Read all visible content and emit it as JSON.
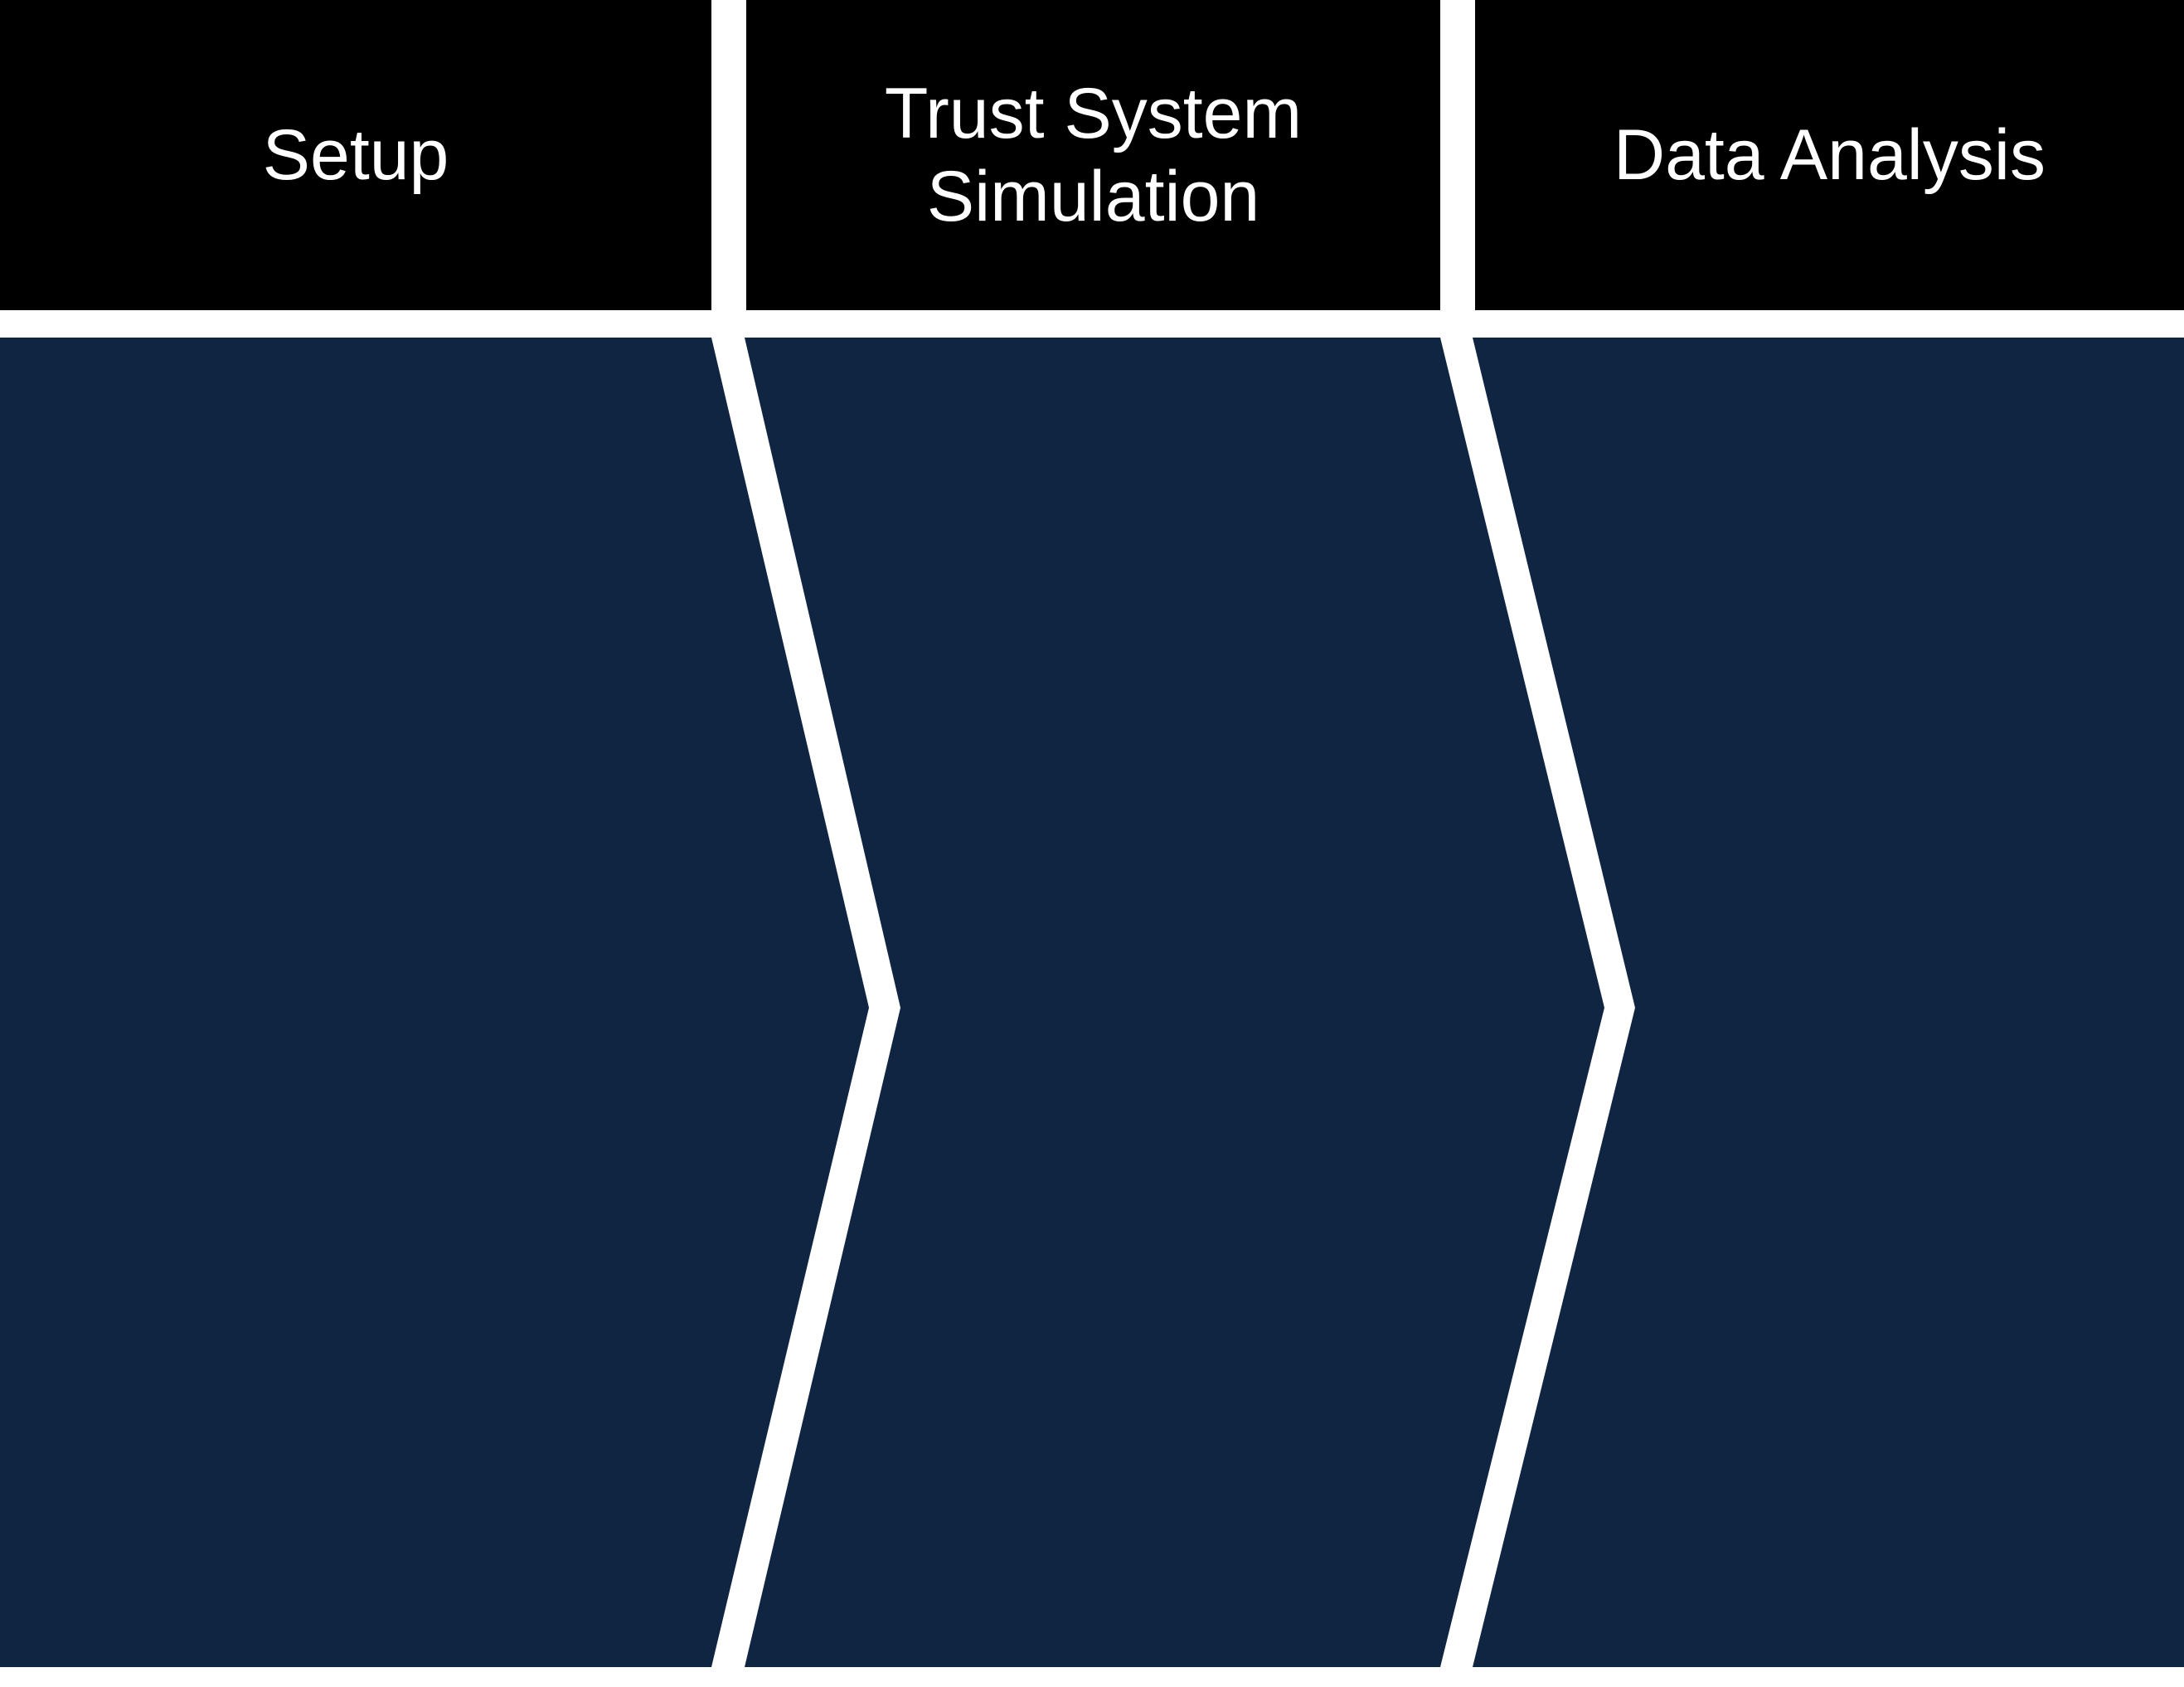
{
  "colors": {
    "header_bg": "#000000",
    "header_text": "#ffffff",
    "chevron_fill": "#102542",
    "background": "#ffffff"
  },
  "stages": [
    {
      "label": "Setup"
    },
    {
      "label_line1": "Trust System",
      "label_line2": "Simulation"
    },
    {
      "label": "Data Analysis"
    }
  ]
}
